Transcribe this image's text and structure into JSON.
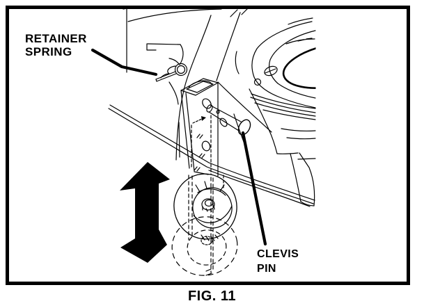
{
  "figure": {
    "caption": "FIG. 11",
    "labels": {
      "retainer_spring": {
        "line1": "RETAINER",
        "line2": "SPRING"
      },
      "clevis_pin": {
        "line1": "CLEVIS",
        "line2": "PIN"
      }
    },
    "icons": {
      "adjustment_arrow": "up-down-arrow"
    },
    "colors": {
      "line_color": "#000000",
      "background": "#ffffff",
      "frame_border": "#000000"
    }
  }
}
